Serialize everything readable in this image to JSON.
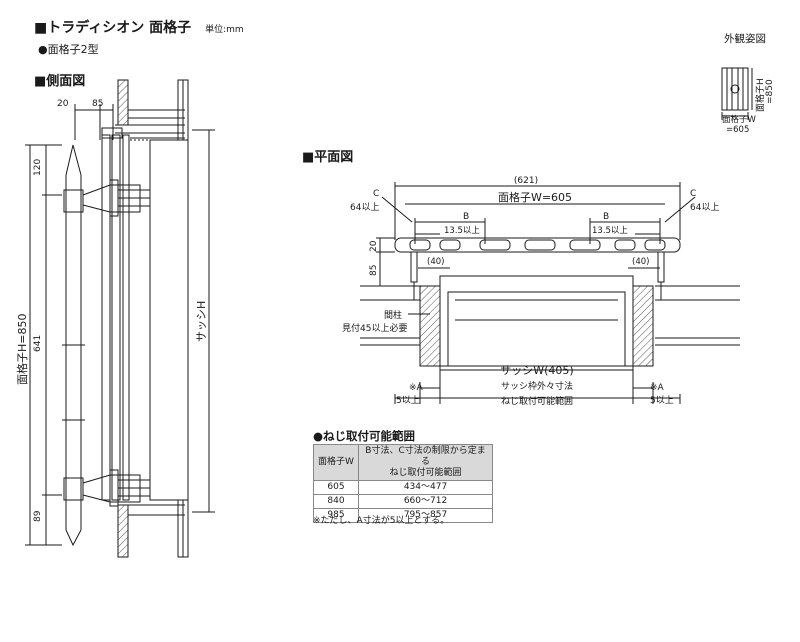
{
  "header": {
    "title": "■トラディシオン 面格子",
    "unit": "単位:mm",
    "subtitle": "●面格子2型"
  },
  "side_view": {
    "heading": "■側面図",
    "dim_20": "20",
    "dim_85": "85",
    "dim_120": "120",
    "dim_641": "641",
    "dim_89": "89",
    "dim_h_label": "面格子H=850",
    "sash_h": "サッシH"
  },
  "exterior_view": {
    "heading": "外観姿図",
    "h_label": "面格子H",
    "h_value": "=850",
    "w_label": "面格子W",
    "w_value": "=605"
  },
  "plan_view": {
    "heading": "■平面図",
    "dim_621": "(621)",
    "c_label": "C",
    "c_min": "64以上",
    "w_label": "面格子W=605",
    "b_label": "B",
    "b_min": "13.5以上",
    "dim_20": "20",
    "dim_85": "85",
    "dim_40": "(40)",
    "post_label": "間柱",
    "post_note": "見付45以上必要",
    "sash_w": "サッシW(405)",
    "a_label": "※A",
    "a_min": "5以上",
    "sash_outer": "サッシ枠外々寸法",
    "screw_range": "ねじ取付可能範囲"
  },
  "screw_table": {
    "heading": "●ねじ取付可能範囲",
    "col1": "面格子W",
    "col2_line1": "B寸法、C寸法の制限から定まる",
    "col2_line2": "ねじ取付可能範囲",
    "rows": [
      {
        "w": "605",
        "range": "434〜477"
      },
      {
        "w": "840",
        "range": "660〜712"
      },
      {
        "w": "985",
        "range": "795〜857"
      }
    ],
    "note": "※ただし、A寸法が5以上とする。"
  },
  "colors": {
    "line": "#1a1a1a",
    "hatch": "#555555",
    "table_header": "#d9d9d9"
  }
}
